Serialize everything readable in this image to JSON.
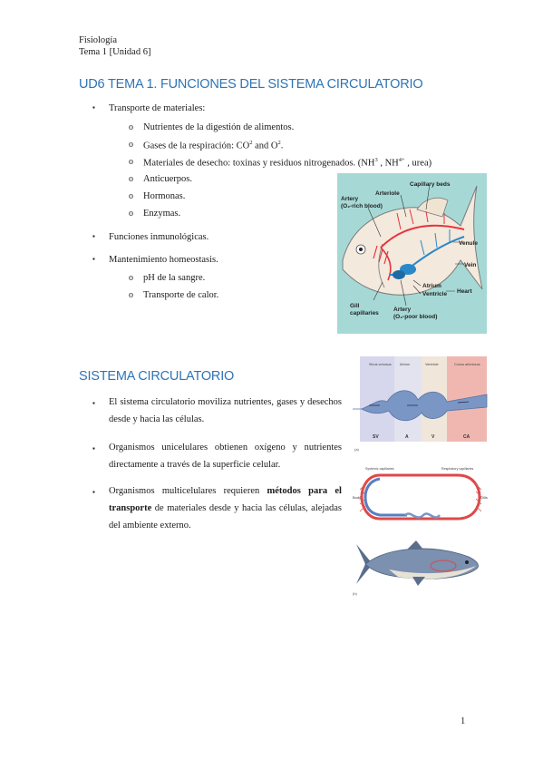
{
  "header": {
    "subject": "Fisiología",
    "topic": "Tema 1 [Unidad 6]"
  },
  "section1": {
    "title": "UD6 TEMA 1. FUNCIONES DEL SISTEMA CIRCULATORIO",
    "bullet_transport": "Transporte de materiales:",
    "sub_items": [
      "Nutrientes de la digestión de alimentos.",
      "Gases de la respiración: CO",
      "Materiales de desecho: toxinas y residuos nitrogenados. (NH",
      "Anticuerpos.",
      "Hormonas.",
      "Enzymas."
    ],
    "gases_sup1": "2",
    "gases_and": " and O",
    "gases_sup2": "2",
    "gases_end": ".",
    "waste_sup1": "3",
    "waste_mid": " , NH",
    "waste_sup2": "4+",
    "waste_end": " , urea)",
    "bullet_immune": "Funciones inmunológicas.",
    "bullet_homeo": "Mantenimiento homeostasis.",
    "homeo_items": [
      "pH de la sangre.",
      "Transporte de calor."
    ]
  },
  "fish_figure": {
    "labels": {
      "capillary_beds": "Capillary beds",
      "arteriole": "Arteriole",
      "artery_rich_1": "Artery",
      "artery_rich_2": "(O₂-rich blood)",
      "venule": "Venule",
      "vein": "Vein",
      "atrium": "Atrium",
      "ventricle": "Ventricle",
      "heart": "Heart",
      "gill_1": "Gill",
      "gill_2": "capillaries",
      "artery_poor_1": "Artery",
      "artery_poor_2": "(O₂-poor blood)"
    },
    "colors": {
      "background": "#a6d9d6",
      "artery": "#e8343d",
      "vein": "#2b88c8"
    }
  },
  "section2": {
    "title": "SISTEMA CIRCULATORIO",
    "p1": "El sistema circulatorio moviliza nutrientes, gases y desechos desde y hacia las células.",
    "p2": "Organismos unicelulares obtienen oxígeno y nutrientes directamente a través de la superficie celular.",
    "p3_start": "Organismos multicelulares requieren ",
    "p3_bold": "métodos para el transporte",
    "p3_end": " de materiales desde y hacia las células, alejadas del ambiente externo."
  },
  "heart_figure": {
    "top_labels": [
      "Sinus venosus",
      "Atrium",
      "Ventricle",
      "Conus arteriosus"
    ],
    "bottom_labels": [
      "SV",
      "A",
      "V",
      "CA"
    ],
    "panel_label": "(a)"
  },
  "circuit_figure": {
    "label_systemic": "Systemic capillaries",
    "label_respiratory": "Respiratory capillaries",
    "label_body": "Body",
    "label_gills": "Gills"
  },
  "tuna_figure": {
    "panel_label": "(b)"
  },
  "page_number": "1"
}
